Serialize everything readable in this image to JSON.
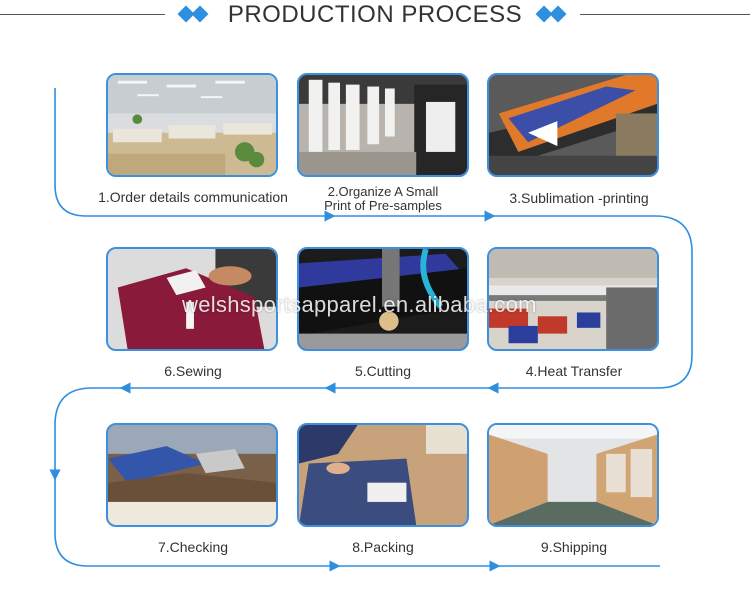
{
  "header": {
    "title": "PRODUCTION PROCESS"
  },
  "steps": [
    {
      "caption": "1.Order details communication"
    },
    {
      "caption_line1": "2.Organize A Small",
      "caption_line2": "Print of Pre-samples"
    },
    {
      "caption": "3.Sublimation -printing"
    },
    {
      "caption": "4.Heat Transfer"
    },
    {
      "caption": "5.Cutting"
    },
    {
      "caption": "6.Sewing"
    },
    {
      "caption": "7.Checking"
    },
    {
      "caption": "8.Packing"
    },
    {
      "caption": "9.Shipping"
    }
  ],
  "watermark": "welshsportsapparel.en.alibaba.com",
  "colors": {
    "accent": "#2e8ee0",
    "frame": "#3d8fe0"
  }
}
